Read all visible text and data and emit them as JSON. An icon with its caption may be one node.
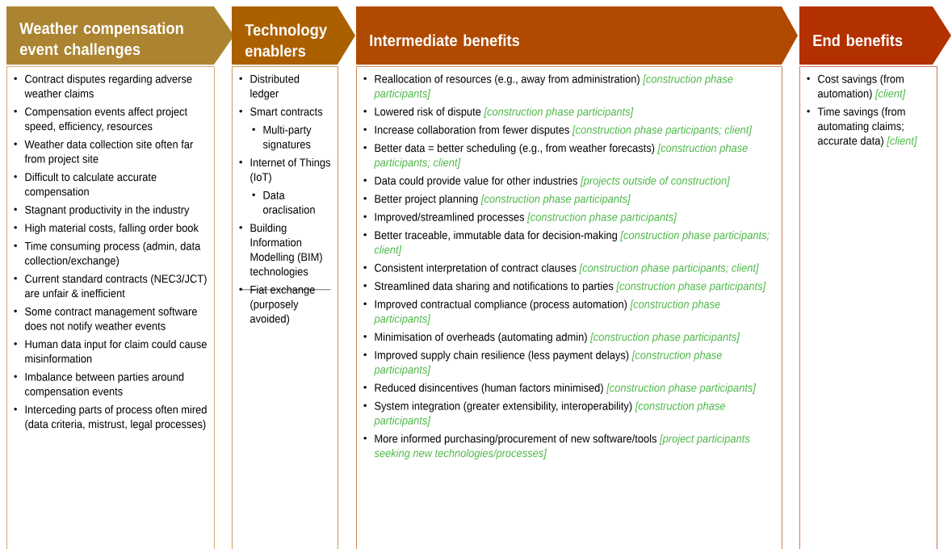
{
  "diagram": {
    "nodes": [
      {
        "text": [
          "Weather compensation event challenges"
        ]
      },
      {
        "text": [
          "Technology enablers"
        ]
      },
      {
        "text": [
          "Intermediate benefits"
        ]
      },
      {
        "text": [
          "End benefits"
        ]
      },
      {
        "text": [
          "Contract disputes regarding adverse weather claims",
          "Compensation events affect project speed, efficiency, resources",
          "Weather data collection site often far from project site",
          "Difficult to calculate accurate compensation",
          "Stagnant productivity in the industry",
          "High material costs, falling order book",
          "Time consuming process (admin, data collection/exchange)",
          "Current standard contracts (NEC3/JCT) are unfair & inefficient",
          "Some contract management software does not notify weather events",
          "Human data input for claim could cause misinformation",
          "Imbalance between parties around compensation events",
          "Interceding parts of process often mired (data criteria, mistrust, legal processes)"
        ]
      },
      {
        "text": [
          "Distributed ledger",
          "Smart contracts",
          "Multi-party signatures",
          "Internet of Things (IoT)",
          "Data oraclisation",
          "Building Information Modelling (BIM) technologies",
          "Fiat exchange (purposely avoided)"
        ]
      },
      {
        "text": [
          "Reallocation of resources (e.g., away from administration) *[construction phase participants]*",
          "Lowered risk of dispute *[construction phase participants]*",
          "Increase collaboration from fewer disputes *[construction phase participants; client]*",
          "Better data = better scheduling (e.g., from weather forecasts) *[construction phase participants; client]*",
          "Data could provide value for other industries *[projects outside of construction]*",
          "Better project planning *[construction phase participants]*",
          "Improved/streamlined processes *[construction phase participants]*",
          "Better traceable, immutable data for decision-making *[construction phase participants; client]*",
          "Consistent interpretation of contract clauses *[construction phase participants; client]*",
          "Streamlined data sharing and notifications to parties *[construction phase participants]*",
          "Improved contractual compliance (process automation) *[construction phase participants]*",
          "Minimisation of overheads (automating admin) *[construction phase participants]*",
          "Improved supply chain resilience (less payment delays) *[construction phase participants]*",
          "Reduced disincentives (human factors minimised) *[construction phase participants]*",
          "System integration (greater extensibility, interoperability) *[construction phase participants]*",
          "More informed purchasing/procurement of new software/tools *[project participants seeking new technologies/processes]*"
        ]
      },
      {
        "text": [
          "Cost savings (from automation) *[client]*",
          "Time savings (from automating claims; accurate data) *[client]*"
        ]
      }
    ]
  }
}
